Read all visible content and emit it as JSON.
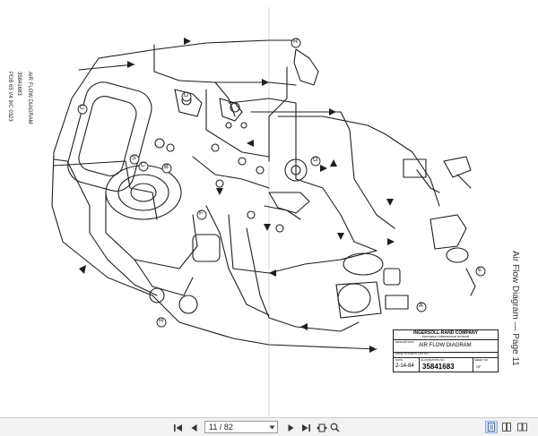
{
  "pager": {
    "value": "11 / 82"
  },
  "document": {
    "side_title": "AIR FLOW DIAGRAM",
    "side_number": "35841683",
    "side_code": "PDB 65  V4 9/C 0323",
    "page_caption": "Air Flow Diagram — Page 11",
    "title_block": {
      "company": "INGERSOLL-RAND COMPANY",
      "company_sub": "PORTABLE COMPRESSOR DIVISION",
      "description_label": "DESCRIPTION",
      "title": "AIR FLOW DIAGRAM",
      "illus_label": "ILLUSTRATION NO.",
      "sheet_label": "SHEET NO.",
      "date_label": "DATE",
      "date_value": "2-14-84",
      "number": "35841683",
      "of_label": "OF",
      "made_label": "MADE TO PARTS LIST NO."
    },
    "callouts": [
      "R",
      "D",
      "C",
      "S",
      "C",
      "B",
      "F",
      "G",
      "A",
      "E",
      "H"
    ]
  },
  "colors": {
    "ink": "#1e1e1e",
    "toolbar_bg": "#f2f2f2",
    "active_view": "#cfe0f5"
  },
  "icons": {
    "first": "first-page-icon",
    "prev": "prev-page-icon",
    "next": "next-page-icon",
    "last": "last-page-icon",
    "dropdown": "chevron-down-icon"
  }
}
